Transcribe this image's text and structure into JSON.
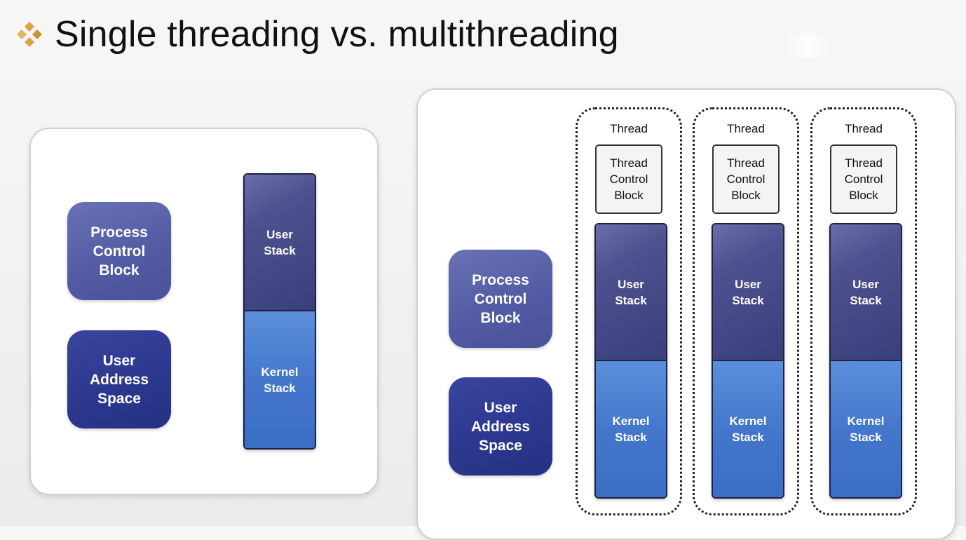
{
  "title": "Single threading vs. multithreading",
  "bullet_icon": "four-diamond-bullet-icon",
  "colors": {
    "bullet": "#d9a441",
    "pcb": "#5860a7",
    "user_address_space": "#2d3990",
    "user_stack": "#454a86",
    "kernel_stack": "#4477cc"
  },
  "single": {
    "pcb_label": "Process\nControl\nBlock",
    "uas_label": "User\nAddress\nSpace",
    "user_stack_label": "User\nStack",
    "kernel_stack_label": "Kernel\nStack"
  },
  "multi": {
    "pcb_label": "Process\nControl\nBlock",
    "uas_label": "User\nAddress\nSpace",
    "threads": [
      {
        "label": "Thread",
        "tcb_label": "Thread\nControl\nBlock",
        "user_stack_label": "User\nStack",
        "kernel_stack_label": "Kernel\nStack"
      },
      {
        "label": "Thread",
        "tcb_label": "Thread\nControl\nBlock",
        "user_stack_label": "User\nStack",
        "kernel_stack_label": "Kernel\nStack"
      },
      {
        "label": "Thread",
        "tcb_label": "Thread\nControl\nBlock",
        "user_stack_label": "User\nStack",
        "kernel_stack_label": "Kernel\nStack"
      }
    ]
  }
}
